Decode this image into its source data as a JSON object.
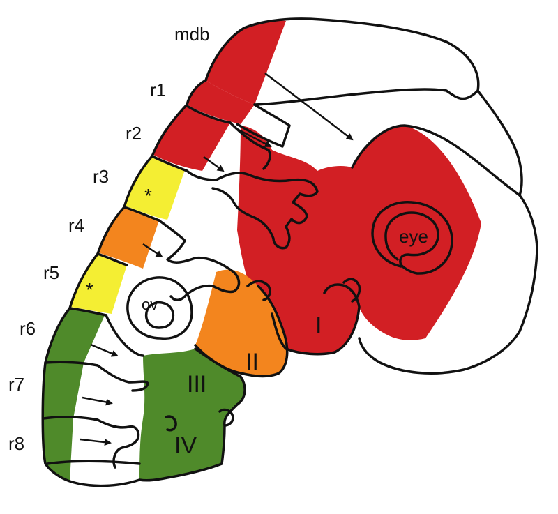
{
  "colors": {
    "red": "#d21f24",
    "yellow": "#f4ee33",
    "orange": "#f3851e",
    "green": "#4f8a2a",
    "outline": "#111111",
    "background": "#ffffff"
  },
  "labels": {
    "mdb": "mdb",
    "r1": "r1",
    "r2": "r2",
    "r3": "r3",
    "r4": "r4",
    "r5": "r5",
    "r6": "r6",
    "r7": "r7",
    "r8": "r8",
    "eye": "eye",
    "ov": "ov",
    "arch1": "I",
    "arch2": "II",
    "arch3": "III",
    "arch4": "IV",
    "star": "*"
  },
  "color_mapping": [
    {
      "region": "mdb",
      "color": "red"
    },
    {
      "region": "r1",
      "color": "red"
    },
    {
      "region": "r2",
      "color": "red"
    },
    {
      "region": "r3",
      "color": "yellow"
    },
    {
      "region": "r4",
      "color": "orange"
    },
    {
      "region": "r5",
      "color": "yellow"
    },
    {
      "region": "r6",
      "color": "green"
    },
    {
      "region": "r7",
      "color": "green"
    },
    {
      "region": "r8",
      "color": "green"
    },
    {
      "region": "I",
      "color": "red"
    },
    {
      "region": "II",
      "color": "orange"
    },
    {
      "region": "III",
      "color": "green"
    },
    {
      "region": "IV",
      "color": "green"
    }
  ]
}
